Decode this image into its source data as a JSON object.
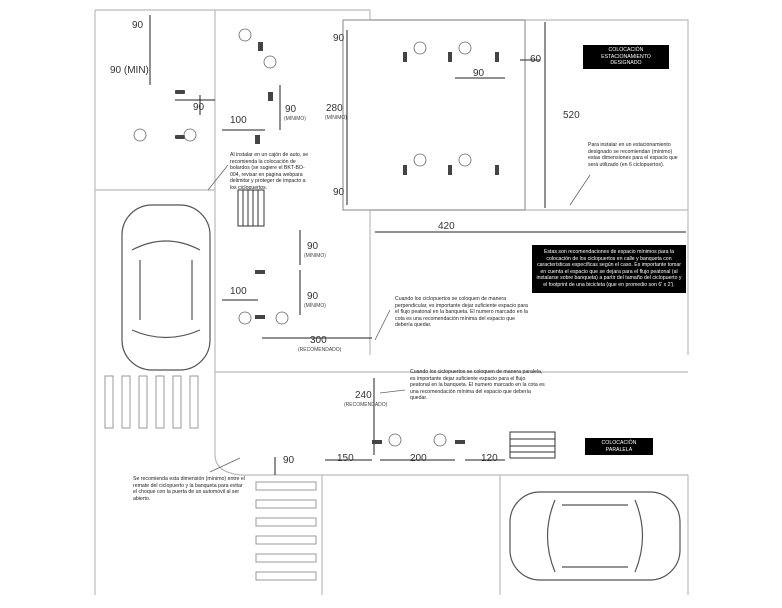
{
  "labels": {
    "designated_title": "COLOCACIÓN ESTACIONAMIENTO DESIGNADO",
    "parallel_title": "COLOCACIÓN PARALELA"
  },
  "dimensions": {
    "d90_top": "90",
    "d90_min": "90 (MIN)",
    "d90_mid": "90",
    "d100_a": "100",
    "d90_minimo_a": "90",
    "minimo_a": "(MÍNIMO)",
    "d90_box": "90",
    "d280": "280",
    "minimo_b": "(MÍNIMO)",
    "d90_box_b": "90",
    "d60": "60",
    "d90_box_c": "90",
    "d520": "520",
    "d420": "420",
    "d90_p1": "90",
    "minimo_c": "(MÍNIMO)",
    "d100_b": "100",
    "d90_p2": "90",
    "minimo_d": "(MÍNIMO)",
    "d300": "300",
    "recomendado_a": "(RECOMENDADO)",
    "d240": "240",
    "recomendado_b": "(RECOMENDADO)",
    "d90_street": "90",
    "d150": "150",
    "d200": "200",
    "d120": "120"
  },
  "notes": {
    "auto": "Al instalar en un cajón de auto, se recomienda la colocación de bolardos (se sugiere el BKT-BO-004, revisar en pagina webpara delimitar y proteger de impacto a los ciclopuertos.",
    "designated": "Para instalar en un estacionamiento designado se recomiendan (mínimo) estas dimensiones para el espacio que será utilizado (en 6 ciclopuertos).",
    "recommend": "Estas son recomendaciones de espacio mínimos para la colocación de los ciclopuertos en calle y banqueta con características específicas según el caso. Es importante tomar en cuenta el espacio que se dejara para el flujo peatonal (al instalarse sobre banqueta) a partir del tamaño del ciclopuerto y el footprint de una bicicleta (que en promedio son 6' x 2').",
    "perpendicular": "Cuando los ciclopuertos se coloquen de manera perpendicular, es importante dejar suficiente espacio para el flujo peatonal en la banqueta. El numero marcado en la cota es una recomendación mínima del espacio que debería quedar.",
    "parallel": "Cuando los ciclopuertos se coloquen de manera paralela, es importante dejar suficiente espacio para el flujo peatonal en la banqueta. El numero marcado en la cota es una recomendación mínima del espacio que debería quedar.",
    "door": "Se recomienda esta dimensión (mínimo) entre el remate del ciclopuerto y la banqueta para evitar el choque con la puerta de un automóvil al ser abierto."
  }
}
